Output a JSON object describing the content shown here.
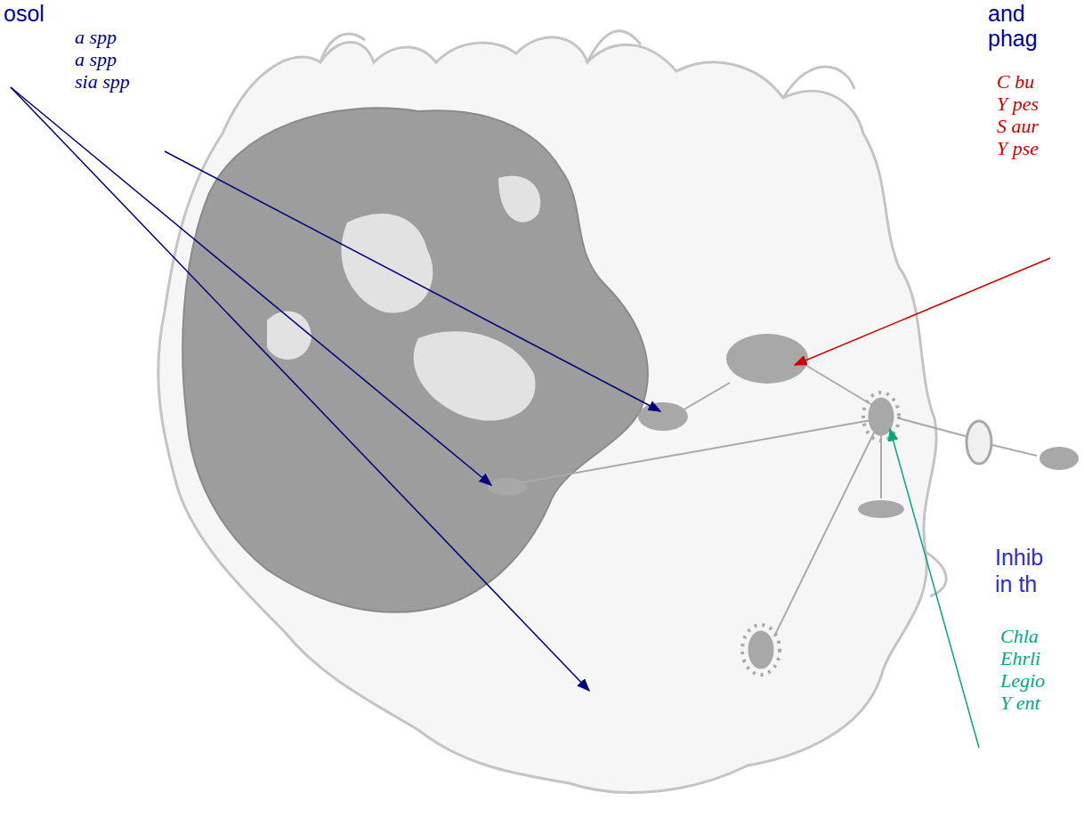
{
  "diagram": {
    "labels": [
      "osol",
      "a spp",
      "a spp",
      "sia spp",
      "and",
      "phag",
      "C bu",
      "Y pes",
      "S aur",
      "Y pse",
      "Inhib",
      "in th",
      "Chla",
      "Ehrli",
      "Legio",
      "Y ent"
    ]
  }
}
